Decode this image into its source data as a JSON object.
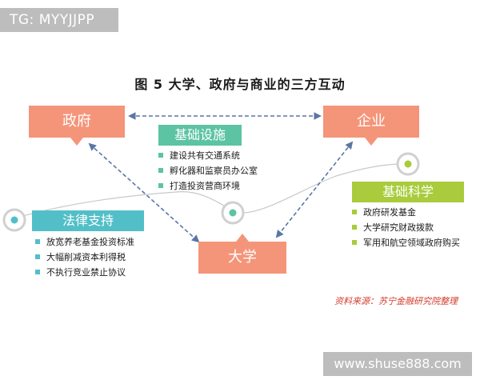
{
  "watermark_top": "TG: MYYJJPP",
  "watermark_bottom": "www.shuse888.com",
  "title": "图 5  大学、政府与商业的三方互动",
  "nodes": {
    "government": "政府",
    "enterprise": "企业",
    "university": "大学"
  },
  "groups": {
    "infrastructure": {
      "title": "基础设施",
      "items": [
        "建设共有交通系统",
        "孵化器和监察员办公室",
        "打造投资营商环境"
      ]
    },
    "basic_science": {
      "title": "基础科学",
      "items": [
        "政府研发基金",
        "大学研究财政拨款",
        "军用和航空领域政府购买"
      ]
    },
    "legal": {
      "title": "法律支持",
      "items": [
        "放宽养老基金投资标准",
        "大幅削减资本利得税",
        "不执行竞业禁止协议"
      ]
    }
  },
  "source": "资料来源：苏宁金融研究院整理",
  "colors": {
    "node_fill": "#f4957a",
    "infrastructure": "#5cc3a3",
    "basic_science": "#a9cb3c",
    "legal": "#52bfc8",
    "arrow": "#5a76a6",
    "source_text": "#d43a2a"
  }
}
